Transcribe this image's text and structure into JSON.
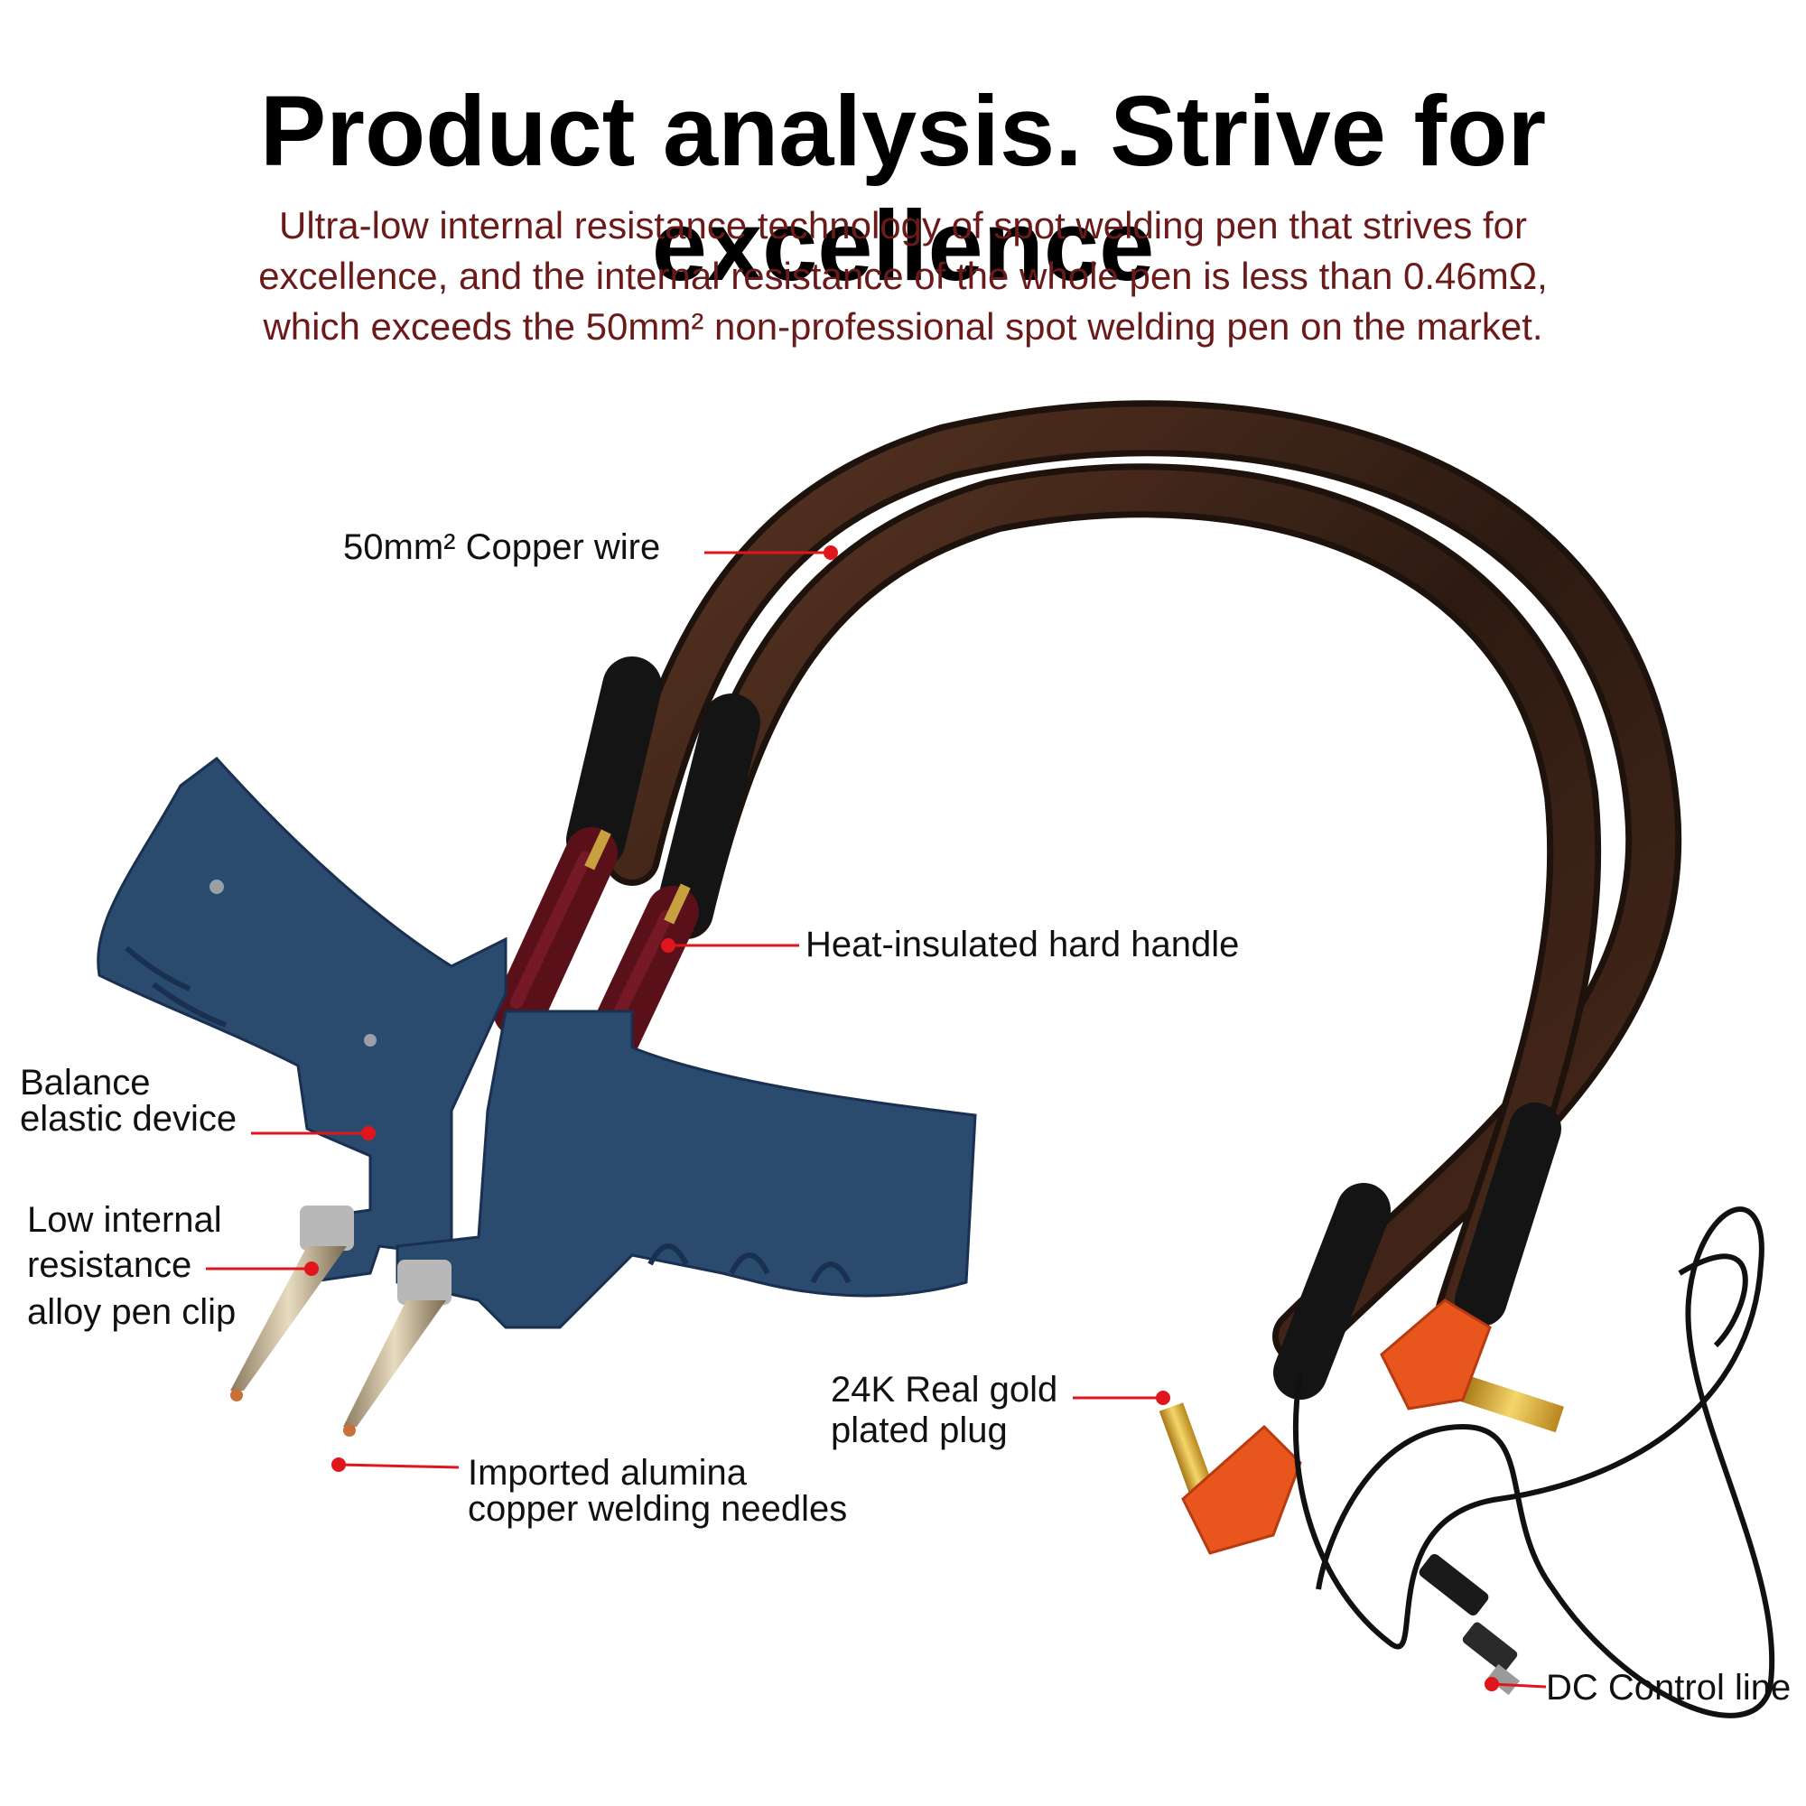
{
  "heading": {
    "title": "Product analysis. Strive for excellence",
    "lines": [
      "Ultra-low internal resistance technology of spot welding pen that strives for",
      "excellence, and the internal resistance of the whole pen is less than 0.46mΩ,",
      "which exceeds the 50mm² non-professional spot welding pen on the market."
    ]
  },
  "callouts": {
    "copper_wire": "50mm² Copper wire",
    "handle": "Heat-insulated hard handle",
    "balance": [
      "Balance",
      "elastic device"
    ],
    "pen_clip": [
      "Low internal",
      "resistance",
      "alloy pen clip"
    ],
    "needles": [
      "Imported alumina",
      "copper welding needles"
    ],
    "plug": [
      "24K Real gold",
      "plated plug"
    ],
    "dc_line": "DC Control line"
  },
  "colors": {
    "subtitle": "#6b1a1a",
    "marker": "#e0161c",
    "pen_body": "#2a4a6e",
    "cable": "#3a2418",
    "plug_cap": "#e8561e",
    "gold": "#d8a630"
  }
}
